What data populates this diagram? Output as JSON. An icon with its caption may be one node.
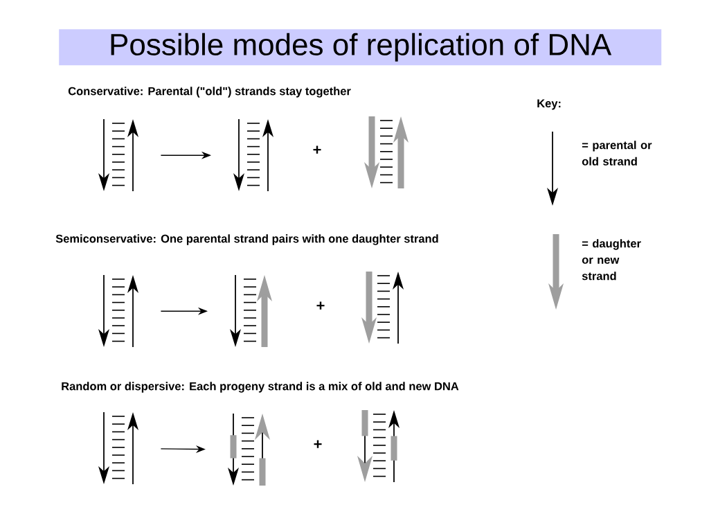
{
  "diagram": {
    "title": "Possible modes of replication of DNA",
    "nodes": [
      {
        "text": [],
        "shape": "picture"
      },
      {
        "text": [],
        "shape": "picture"
      },
      {
        "text": [],
        "shape": "picture"
      },
      {
        "text": [],
        "shape": "picture"
      },
      {
        "text": [],
        "shape": "picture"
      },
      {
        "text": [],
        "shape": "picture"
      },
      {
        "text": [],
        "shape": "picture"
      },
      {
        "text": [],
        "shape": "picture"
      },
      {
        "text": [],
        "shape": "picture"
      }
    ],
    "edges": [
      {
        "from": 0,
        "to": 1,
        "arrow": "to"
      },
      {
        "from": 3,
        "to": 4,
        "arrow": "to"
      },
      {
        "from": 6,
        "to": 7,
        "arrow": "to"
      }
    ],
    "labels": [
      "Conservative: Parental (\"old\") strands stay together",
      "Key:",
      "+",
      "Semiconservative: One parental strand pairs with one daughter strand",
      "+",
      "Random or dispersive:  Each progeny strand is a mix of old and new DNA",
      "+"
    ],
    "legend": [
      {
        "text": "= parental or old strand"
      },
      {
        "text": "= daughter or new strand"
      }
    ]
  }
}
